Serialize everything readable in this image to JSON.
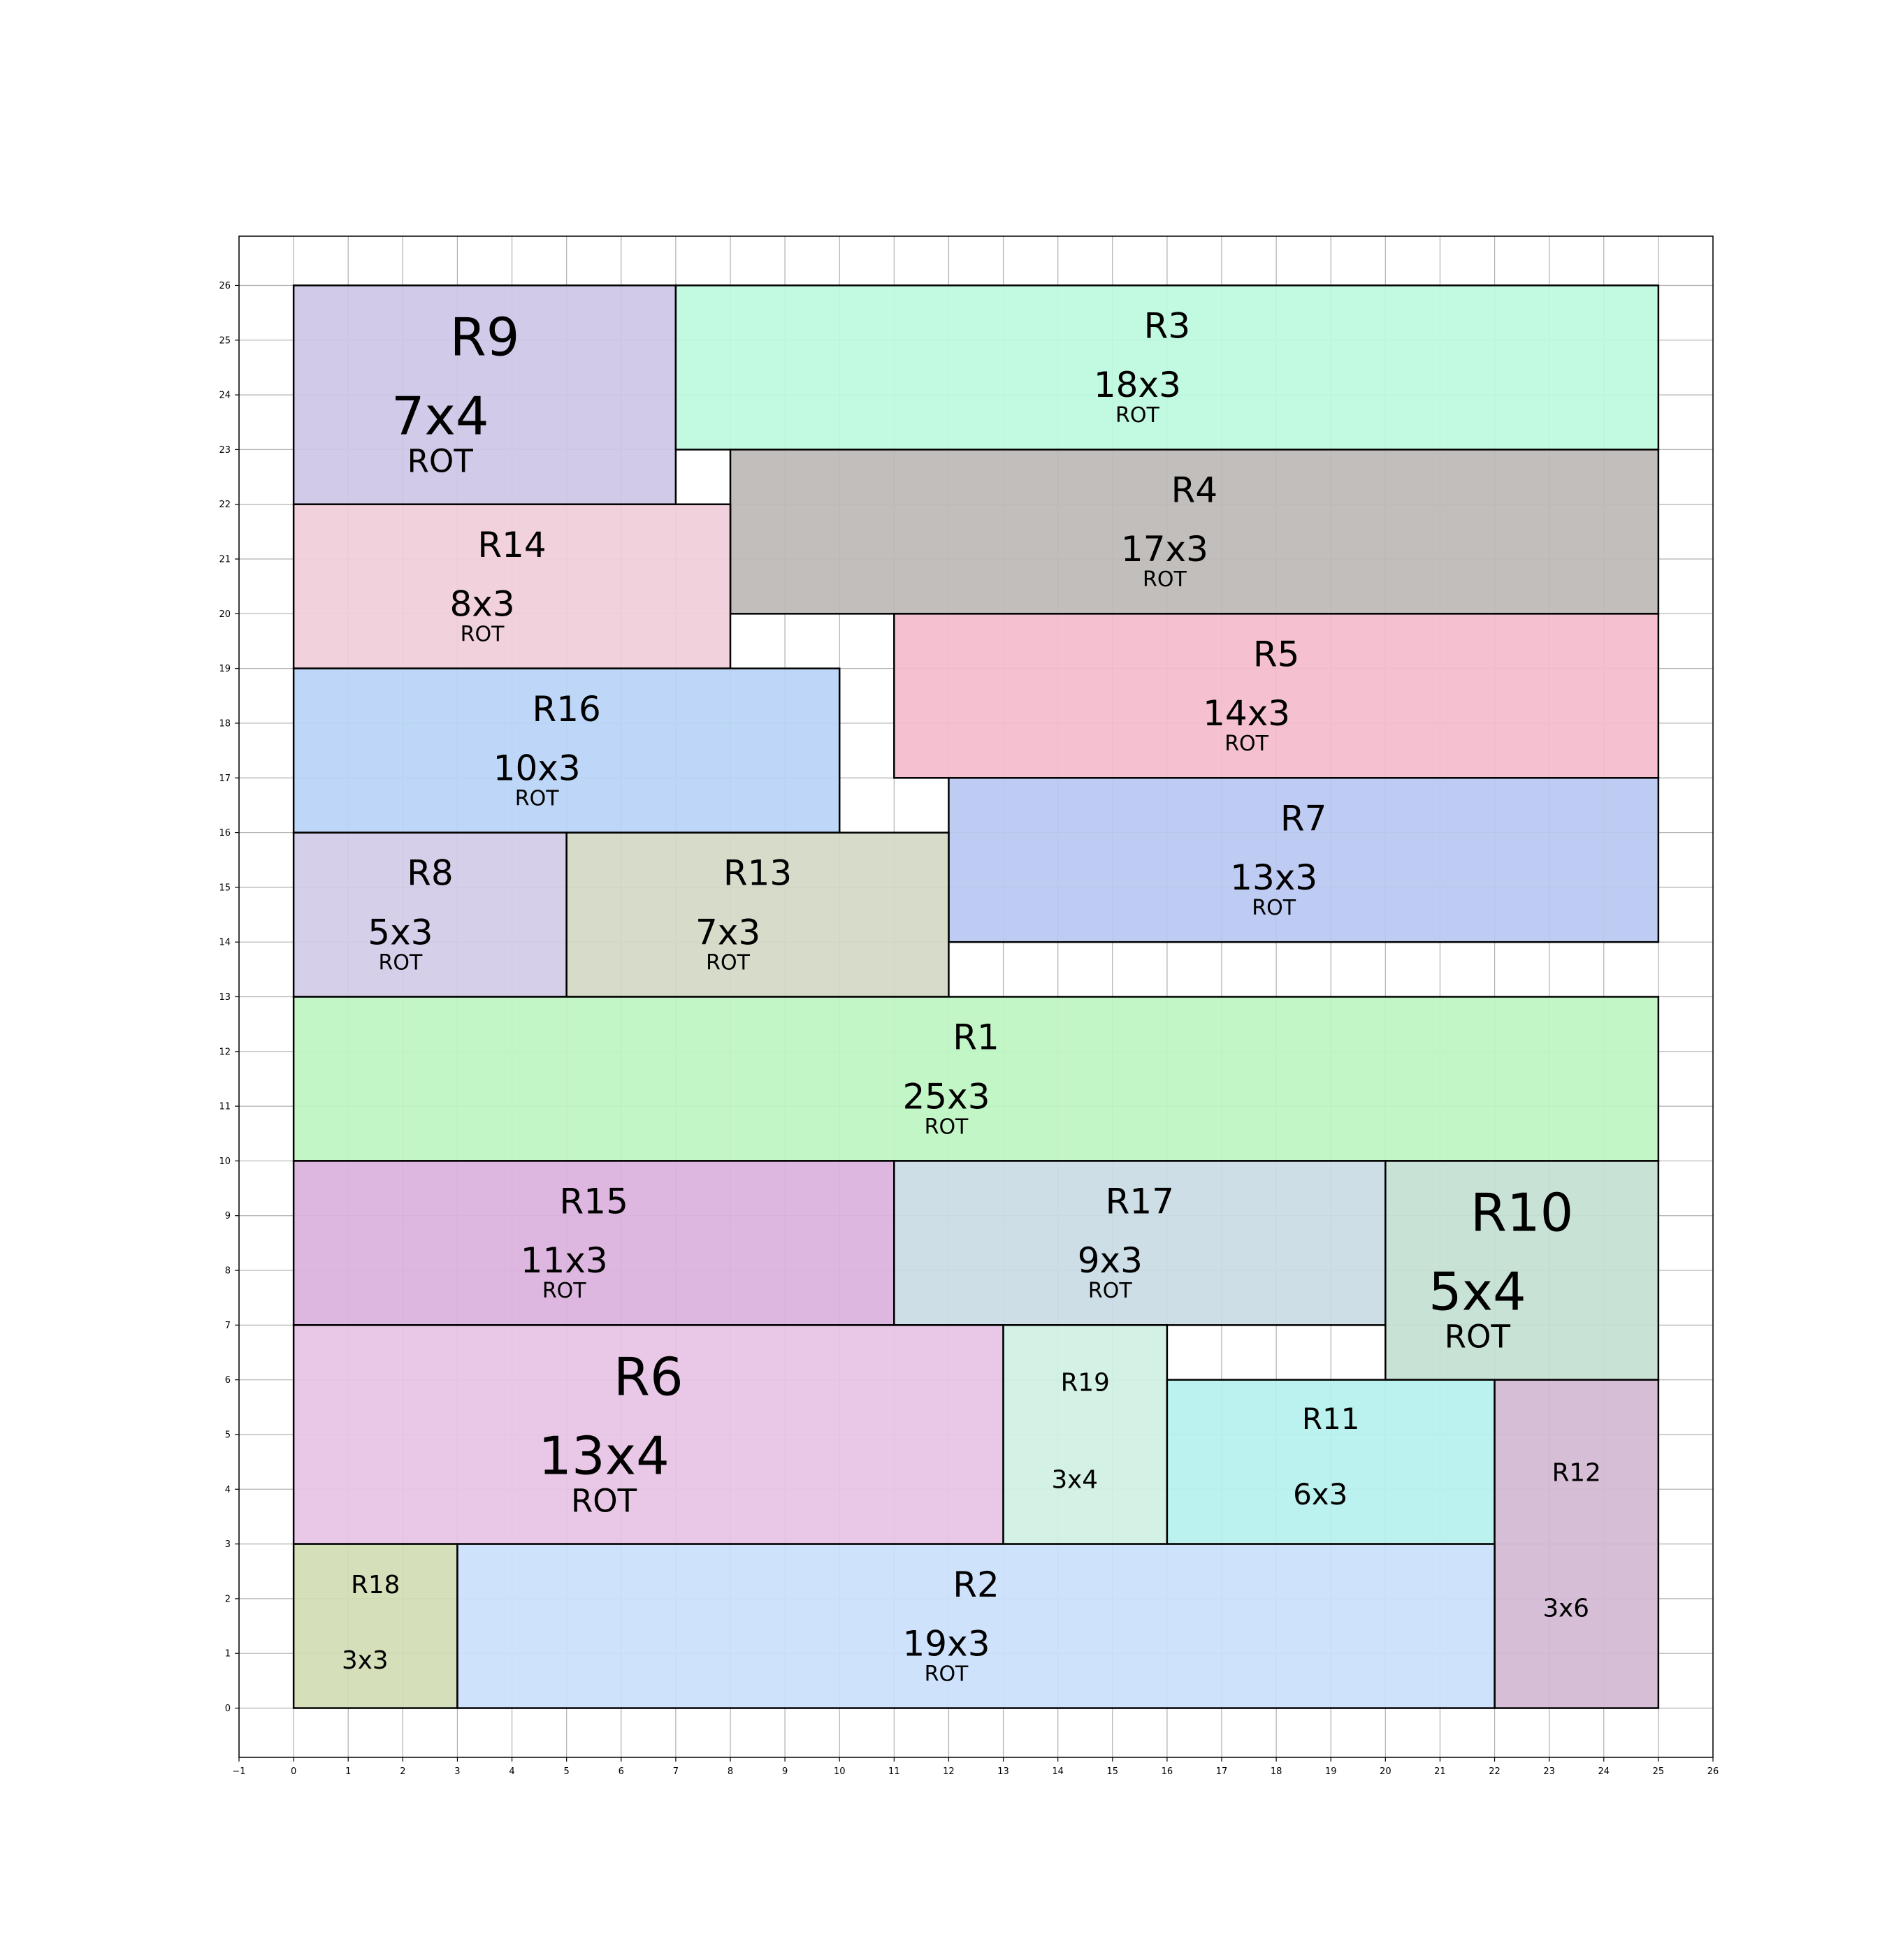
{
  "chart_data": {
    "type": "diagram",
    "xlim": [
      -1,
      26
    ],
    "ylim": [
      -0.9,
      26.9
    ],
    "x_ticks": [
      -1,
      0,
      1,
      2,
      3,
      4,
      5,
      6,
      7,
      8,
      9,
      10,
      11,
      12,
      13,
      14,
      15,
      16,
      17,
      18,
      19,
      20,
      21,
      22,
      23,
      24,
      25,
      26
    ],
    "y_ticks": [
      0,
      1,
      2,
      3,
      4,
      5,
      6,
      7,
      8,
      9,
      10,
      11,
      12,
      13,
      14,
      15,
      16,
      17,
      18,
      19,
      20,
      21,
      22,
      23,
      24,
      25,
      26
    ],
    "grid": true,
    "rectangles": [
      {
        "id": "R9",
        "x": 0,
        "y": 22,
        "w": 7,
        "h": 4,
        "size_label": "7x4",
        "rotated": true,
        "rot_label": "ROT",
        "color": "#cdc6e6",
        "font_scale": 1.5
      },
      {
        "id": "R3",
        "x": 7,
        "y": 23,
        "w": 18,
        "h": 3,
        "size_label": "18x3",
        "rotated": true,
        "rot_label": "ROT",
        "color": "#bcf9de",
        "font_scale": 1.0
      },
      {
        "id": "R4",
        "x": 8,
        "y": 20,
        "w": 17,
        "h": 3,
        "size_label": "17x3",
        "rotated": true,
        "rot_label": "ROT",
        "color": "#bcb8b5",
        "font_scale": 1.0
      },
      {
        "id": "R14",
        "x": 0,
        "y": 19,
        "w": 8,
        "h": 3,
        "size_label": "8x3",
        "rotated": true,
        "rot_label": "ROT",
        "color": "#f0cdd9",
        "font_scale": 1.0
      },
      {
        "id": "R5",
        "x": 11,
        "y": 17,
        "w": 14,
        "h": 3,
        "size_label": "14x3",
        "rotated": true,
        "rot_label": "ROT",
        "color": "#f4bccd",
        "font_scale": 1.0
      },
      {
        "id": "R16",
        "x": 0,
        "y": 16,
        "w": 10,
        "h": 3,
        "size_label": "10x3",
        "rotated": true,
        "rot_label": "ROT",
        "color": "#b8d4f7",
        "font_scale": 1.0
      },
      {
        "id": "R7",
        "x": 12,
        "y": 14,
        "w": 13,
        "h": 3,
        "size_label": "13x3",
        "rotated": true,
        "rot_label": "ROT",
        "color": "#b9c8f2",
        "font_scale": 1.0
      },
      {
        "id": "R8",
        "x": 0,
        "y": 13,
        "w": 5,
        "h": 3,
        "size_label": "5x3",
        "rotated": true,
        "rot_label": "ROT",
        "color": "#d1cbe8",
        "font_scale": 1.0
      },
      {
        "id": "R13",
        "x": 5,
        "y": 13,
        "w": 7,
        "h": 3,
        "size_label": "7x3",
        "rotated": true,
        "rot_label": "ROT",
        "color": "#d4d8c4",
        "font_scale": 1.0
      },
      {
        "id": "R1",
        "x": 0,
        "y": 10,
        "w": 25,
        "h": 3,
        "size_label": "25x3",
        "rotated": true,
        "rot_label": "ROT",
        "color": "#bef5c1",
        "font_scale": 1.0
      },
      {
        "id": "R15",
        "x": 0,
        "y": 7,
        "w": 11,
        "h": 3,
        "size_label": "11x3",
        "rotated": true,
        "rot_label": "ROT",
        "color": "#dbb1dd",
        "font_scale": 1.0
      },
      {
        "id": "R17",
        "x": 11,
        "y": 7,
        "w": 9,
        "h": 3,
        "size_label": "9x3",
        "rotated": true,
        "rot_label": "ROT",
        "color": "#c9dbe4",
        "font_scale": 1.0
      },
      {
        "id": "R10",
        "x": 20,
        "y": 6,
        "w": 5,
        "h": 4,
        "size_label": "5x4",
        "rotated": true,
        "rot_label": "ROT",
        "color": "#c4dfd3",
        "font_scale": 1.5
      },
      {
        "id": "R6",
        "x": 0,
        "y": 3,
        "w": 13,
        "h": 4,
        "size_label": "13x4",
        "rotated": true,
        "rot_label": "ROT",
        "color": "#e7c3e5",
        "font_scale": 1.5
      },
      {
        "id": "R19",
        "x": 13,
        "y": 3,
        "w": 3,
        "h": 4,
        "size_label": "3x4",
        "rotated": false,
        "rot_label": "",
        "color": "#cff0e3",
        "font_scale": 0.85
      },
      {
        "id": "R11",
        "x": 16,
        "y": 3,
        "w": 6,
        "h": 3,
        "size_label": "6x3",
        "rotated": false,
        "rot_label": "",
        "color": "#b5f0ed",
        "font_scale": 1.0
      },
      {
        "id": "R12",
        "x": 22,
        "y": 0,
        "w": 3,
        "h": 6,
        "size_label": "3x6",
        "rotated": false,
        "rot_label": "",
        "color": "#d3b8d3",
        "font_scale": 0.85
      },
      {
        "id": "R18",
        "x": 0,
        "y": 0,
        "w": 3,
        "h": 3,
        "size_label": "3x3",
        "rotated": false,
        "rot_label": "",
        "color": "#d1dcb3",
        "font_scale": 0.85
      },
      {
        "id": "R2",
        "x": 3,
        "y": 0,
        "w": 19,
        "h": 3,
        "size_label": "19x3",
        "rotated": true,
        "rot_label": "ROT",
        "color": "#cae0fb",
        "font_scale": 1.0
      }
    ]
  }
}
